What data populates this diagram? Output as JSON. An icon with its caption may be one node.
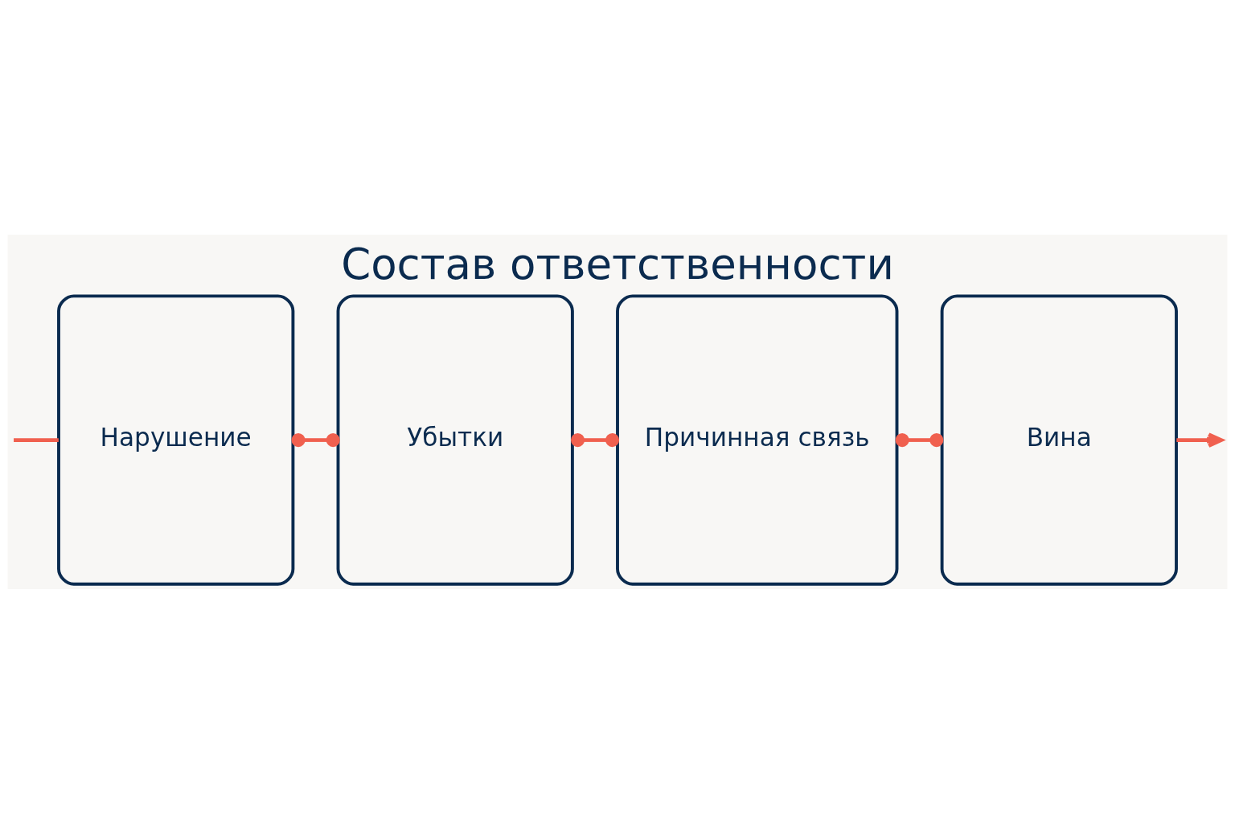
{
  "diagram": {
    "title": "Состав ответственности",
    "nodes": [
      {
        "text": [
          "Нарушение"
        ]
      },
      {
        "text": [
          "Убытки"
        ]
      },
      {
        "text": [
          "Причинная связь"
        ]
      },
      {
        "text": [
          "Вина"
        ]
      }
    ],
    "edges": [
      {
        "from": null,
        "to": 0,
        "arrow": "none"
      },
      {
        "from": 0,
        "to": 1,
        "arrow": "other"
      },
      {
        "from": 1,
        "to": 2,
        "arrow": "other"
      },
      {
        "from": 2,
        "to": 3,
        "arrow": "other"
      },
      {
        "from": 3,
        "to": null,
        "arrow": "to"
      }
    ]
  }
}
